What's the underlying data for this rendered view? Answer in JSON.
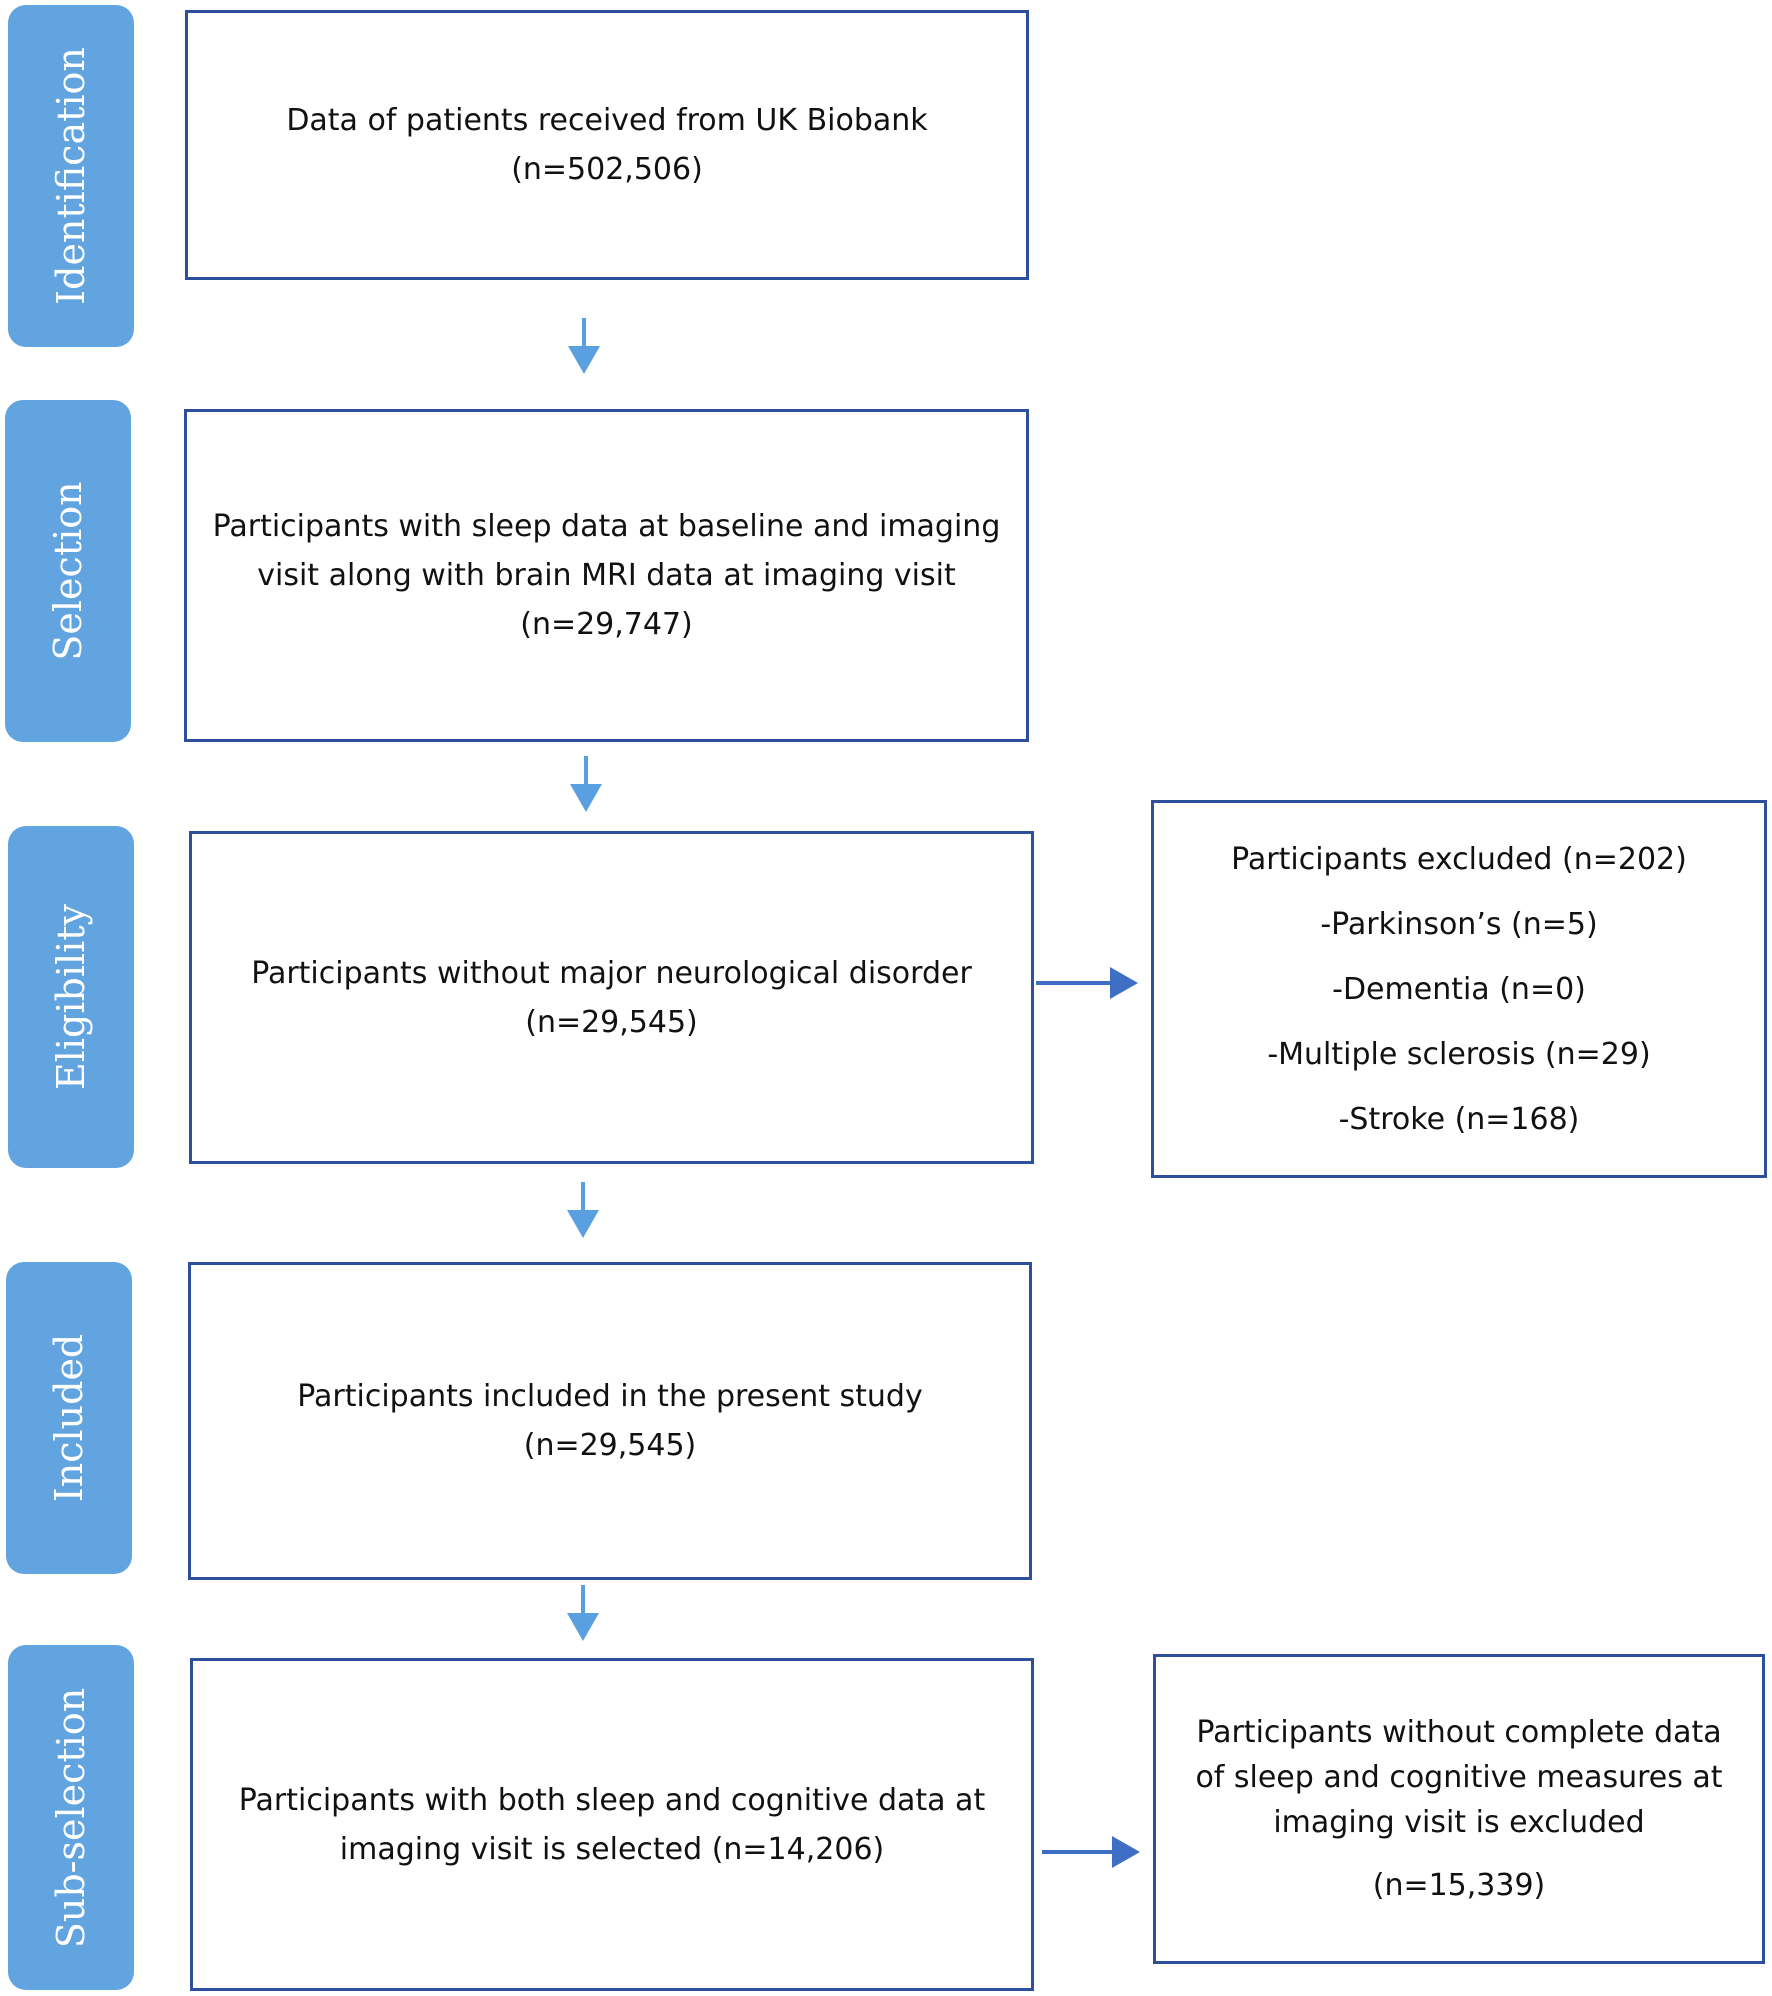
{
  "stages": [
    {
      "label": "Identification"
    },
    {
      "label": "Selection"
    },
    {
      "label": "Eligibility"
    },
    {
      "label": "Included"
    },
    {
      "label": "Sub-selection"
    }
  ],
  "boxes": {
    "identification": {
      "lines": [
        "Data of patients received from UK Biobank",
        "(n=502,506)"
      ]
    },
    "selection": {
      "lines": [
        "Participants with sleep data at baseline and imaging",
        "visit along with brain MRI data at imaging visit",
        "(n=29,747)"
      ]
    },
    "eligibility": {
      "lines": [
        "Participants without major neurological disorder",
        "(n=29,545)"
      ]
    },
    "included": {
      "lines": [
        "Participants included in the present study",
        "(n=29,545)"
      ]
    },
    "subselection": {
      "lines": [
        "Participants with both sleep and cognitive data at",
        "imaging visit is selected (n=14,206)"
      ]
    },
    "excluded_neuro": {
      "lines": [
        "Participants excluded (n=202)",
        "-Parkinson’s (n=5)",
        "-Dementia (n=0)",
        "-Multiple sclerosis (n=29)",
        "-Stroke (n=168)"
      ]
    },
    "excluded_incomplete": {
      "lines": [
        "Participants without complete data",
        "of sleep and cognitive measures at",
        "imaging visit is excluded",
        "(n=15,339)"
      ]
    }
  },
  "colors": {
    "stage_fill": "#62a4e0",
    "box_border": "#2e4f9c",
    "arrow_down": "#5a9fe0",
    "arrow_side": "#3f6fc4"
  }
}
